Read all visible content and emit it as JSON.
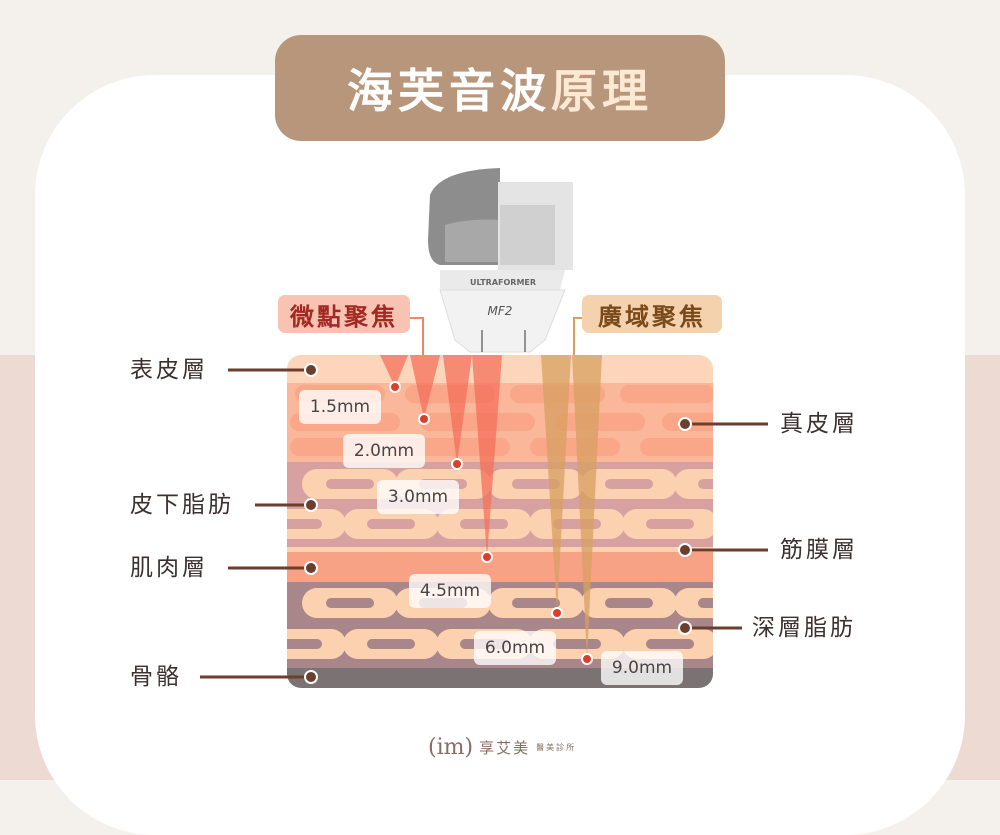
{
  "title": {
    "part1": "海芙音波",
    "part2": "原理"
  },
  "device": {
    "brand": "ULTRAFORMER",
    "model": "MF2"
  },
  "tags": {
    "micro_focus": "微點聚焦",
    "wide_focus": "廣域聚焦"
  },
  "layers_left": [
    {
      "label": "表皮層"
    },
    {
      "label": "皮下脂肪"
    },
    {
      "label": "肌肉層"
    },
    {
      "label": "骨骼"
    }
  ],
  "layers_right": [
    {
      "label": "真皮層"
    },
    {
      "label": "筋膜層"
    },
    {
      "label": "深層脂肪"
    }
  ],
  "depths": [
    "1.5mm",
    "2.0mm",
    "3.0mm",
    "4.5mm",
    "6.0mm",
    "9.0mm"
  ],
  "logo": {
    "mark": "im",
    "name": "享艾美",
    "sub": "醫美診所"
  },
  "colors": {
    "title_bg": "#b8967b",
    "micro": "#a32a22",
    "wide": "#7a4a1a"
  }
}
